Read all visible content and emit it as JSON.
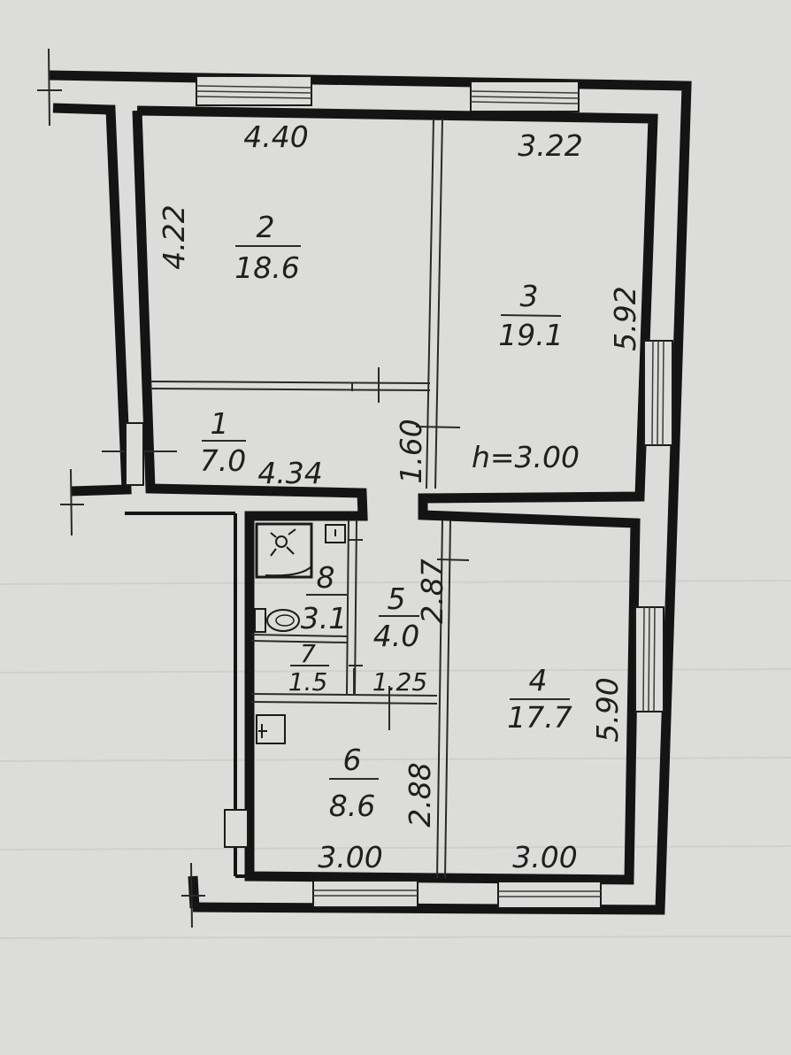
{
  "rooms": [
    {
      "number": "1",
      "area": "7.0"
    },
    {
      "number": "2",
      "area": "18.6"
    },
    {
      "number": "3",
      "area": "19.1"
    },
    {
      "number": "4",
      "area": "17.7"
    },
    {
      "number": "5",
      "area": "4.0"
    },
    {
      "number": "6",
      "area": "8.6"
    },
    {
      "number": "7",
      "area": "1.5"
    },
    {
      "number": "8",
      "area": "3.1"
    }
  ],
  "dimensions": {
    "room2_width": "4.40",
    "room2_depth": "4.22",
    "room3_width": "3.22",
    "room3_depth": "5.92",
    "corridor_width": "4.34",
    "corridor_depth": "1.60",
    "hall_length": "2.87",
    "hall_width": "1.25",
    "room4_depth": "5.90",
    "room4_width": "3.00",
    "room6_width": "3.00",
    "room6_depth": "2.88"
  },
  "ceiling_height": "h=3.00"
}
